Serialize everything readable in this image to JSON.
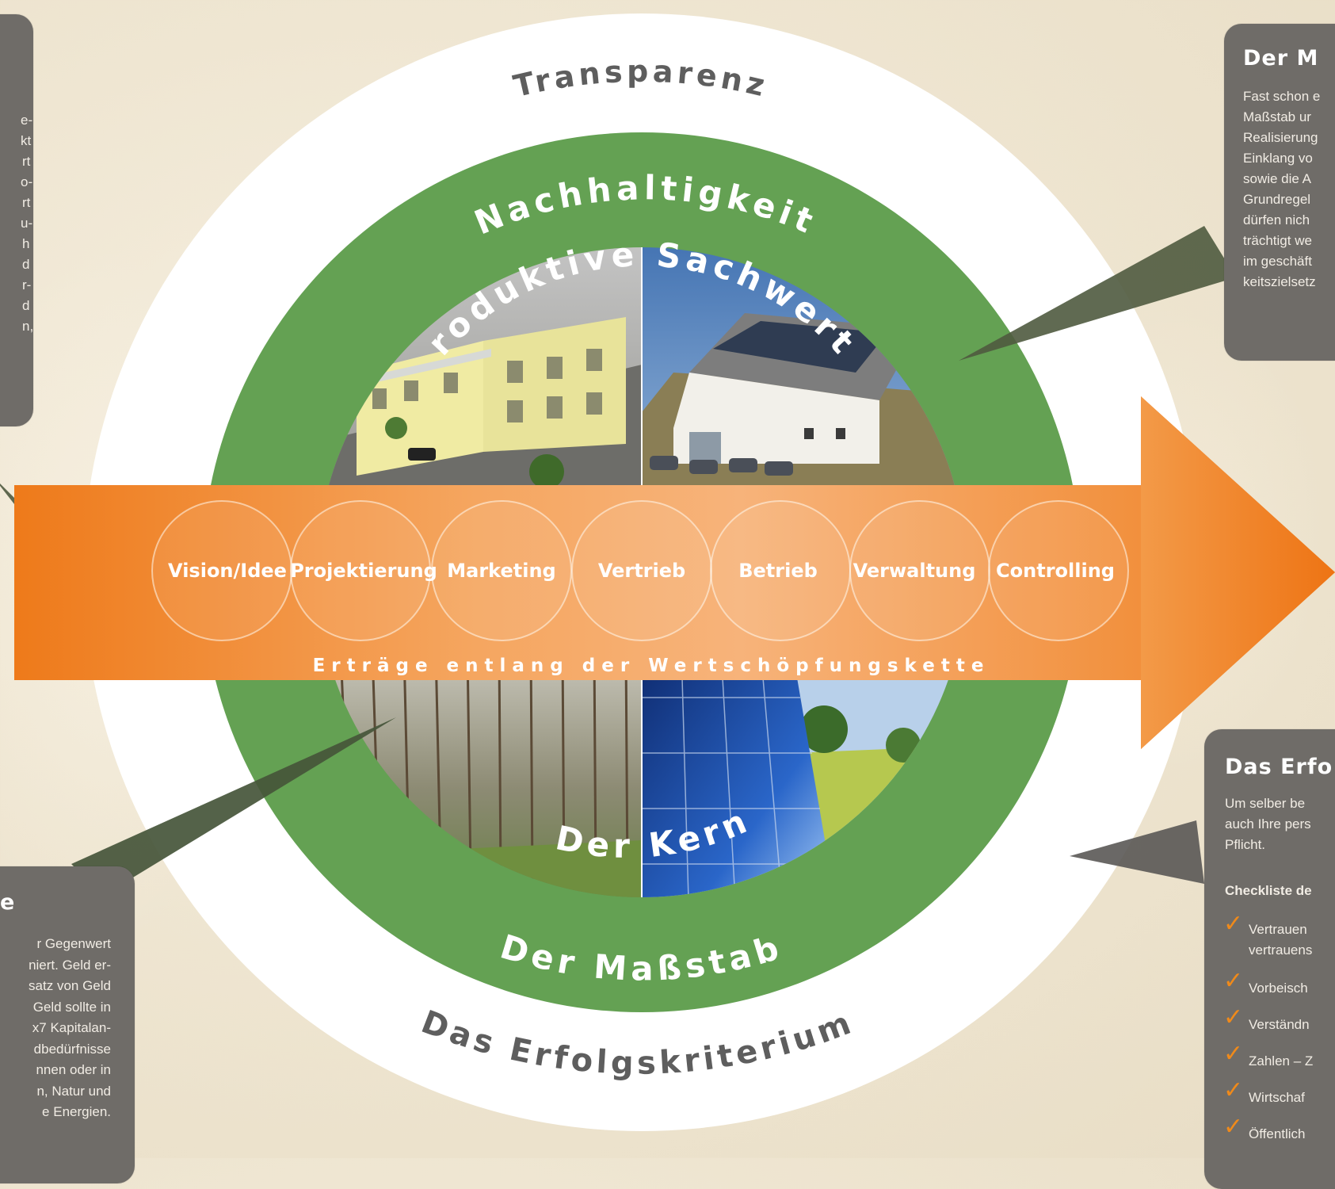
{
  "rings": {
    "outer_top": "Transparenz",
    "outer_bottom": "Das Erfolgskriterium",
    "green_top": "Nachhaltigkeit",
    "green_bottom": "Der Maßstab",
    "core_top": "Produktive Sachwerte",
    "core_bottom": "Der Kern"
  },
  "arrow": {
    "caption": "Erträge entlang der Wertschöpfungskette",
    "steps": [
      "Vision/Idee",
      "Projektierung",
      "Marketing",
      "Vertrieb",
      "Betrieb",
      "Verwaltung",
      "Controlling"
    ]
  },
  "panel_top_right": {
    "title": "Der M",
    "lines": [
      "Fast schon e",
      "Maßstab ur",
      "Realisierung",
      "Einklang vo",
      "sowie die A",
      "Grundregel",
      "dürfen nich",
      "trächtigt we",
      "im geschäft",
      "keitszielsetz"
    ]
  },
  "panel_top_left": {
    "lines": [
      "e-",
      "kt",
      "rt",
      "o-",
      "rt",
      "u-",
      "h",
      "d",
      "r-",
      "d",
      "n,"
    ]
  },
  "panel_bottom_left": {
    "title": "e",
    "lines": [
      "r Gegenwert",
      "niert. Geld er-",
      "satz von Geld",
      "Geld sollte in",
      "x7 Kapitalan-",
      "dbedürfnisse",
      "nnen oder in",
      "n, Natur und",
      "e Energien."
    ]
  },
  "panel_bottom_right": {
    "title": "Das Erfo",
    "lines": [
      "Um selber be",
      "auch Ihre pers",
      "Pflicht."
    ],
    "checklist_title": "Checkliste de",
    "check_items": [
      [
        "Vertrauen",
        "vertrauens"
      ],
      [
        "Vorbeisch"
      ],
      [
        "Verständn"
      ],
      [
        "Zahlen – Z"
      ],
      [
        "Wirtschaf"
      ],
      [
        "Öffentlich"
      ]
    ]
  },
  "colors": {
    "green": "#64a153",
    "orange_light": "#f6a25a",
    "orange_dark": "#ee7a1a",
    "panel_gray": "#6f6c68",
    "check_orange": "#f08a1a"
  }
}
